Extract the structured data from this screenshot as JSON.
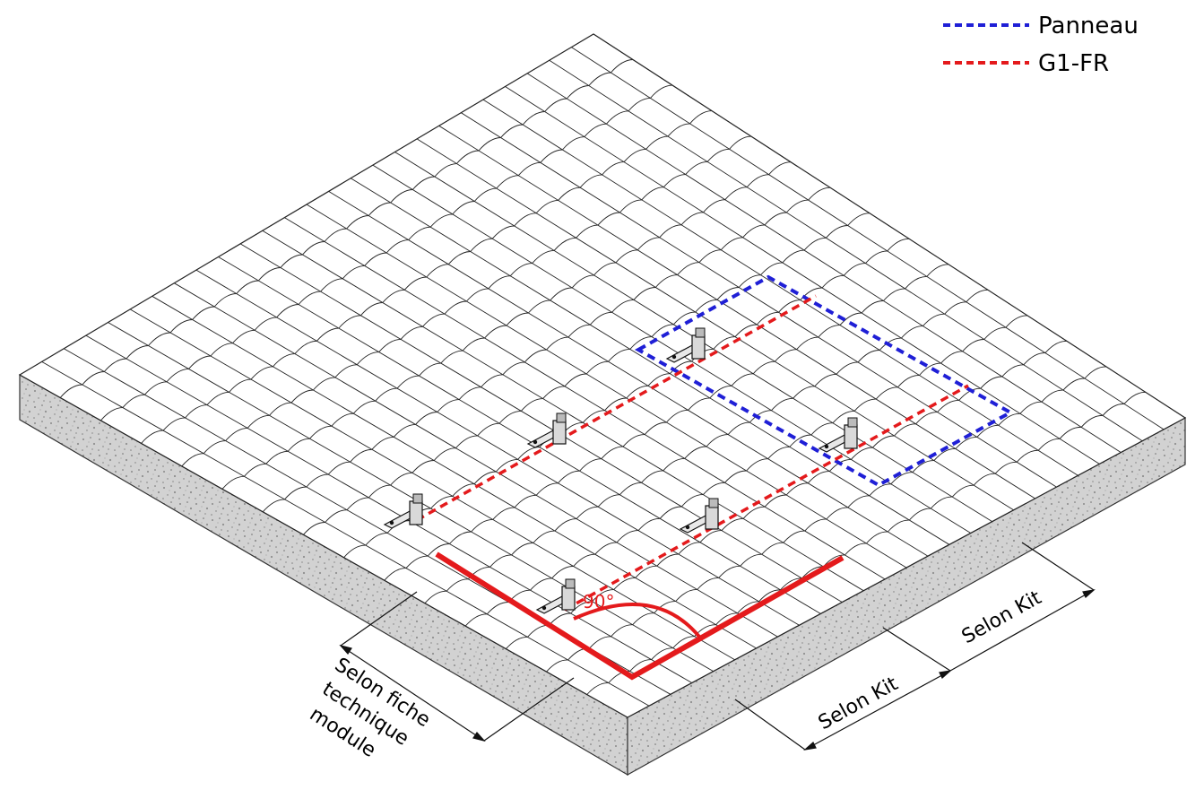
{
  "legend": {
    "items": [
      {
        "label": "Panneau",
        "color": "#1f1fd6"
      },
      {
        "label": "G1-FR",
        "color": "#e41a1c"
      }
    ]
  },
  "annotations": {
    "angle": "90°",
    "dim_width_1": "Selon Kit",
    "dim_width_2": "Selon Kit",
    "dim_module": [
      "Selon fiche",
      "technique",
      "module"
    ]
  },
  "colors": {
    "rail": "#e41a1c",
    "panel": "#1f1fd6",
    "concrete": "#cfcfcf",
    "tile_line": "#222222"
  },
  "hooks_count": 6
}
